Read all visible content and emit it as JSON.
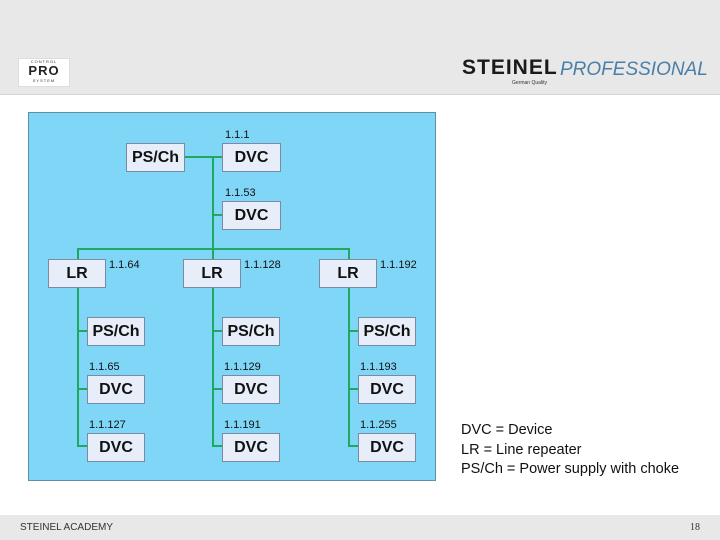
{
  "header": {
    "left_logo": {
      "top": "CONTROL",
      "main": "PRO",
      "bottom": "SYSTEM"
    },
    "brand": "STEINEL",
    "brand_suffix": "PROFESSIONAL",
    "tagline": "German Quality"
  },
  "diagram": {
    "top": {
      "pswitch": "PS/Ch",
      "device1": {
        "label": "DVC",
        "address": "1.1.1"
      },
      "device2": {
        "label": "DVC",
        "address": "1.1.53"
      }
    },
    "lines": [
      {
        "repeater": {
          "label": "LR",
          "address": "1.1.64"
        },
        "supply": "PS/Ch",
        "first": {
          "label": "DVC",
          "address": "1.1.65"
        },
        "last": {
          "label": "DVC",
          "address": "1.1.127"
        }
      },
      {
        "repeater": {
          "label": "LR",
          "address": "1.1.128"
        },
        "supply": "PS/Ch",
        "first": {
          "label": "DVC",
          "address": "1.1.129"
        },
        "last": {
          "label": "DVC",
          "address": "1.1.191"
        }
      },
      {
        "repeater": {
          "label": "LR",
          "address": "1.1.192"
        },
        "supply": "PS/Ch",
        "first": {
          "label": "DVC",
          "address": "1.1.193"
        },
        "last": {
          "label": "DVC",
          "address": "1.1.255"
        }
      }
    ],
    "colors": {
      "background": "#7fd6f6",
      "line": "#1fa860",
      "node": "#e7eef9"
    }
  },
  "legend": [
    "DVC = Device",
    "LR = Line repeater",
    "PS/Ch = Power supply with choke"
  ],
  "footer": {
    "label": "STEINEL ACADEMY",
    "page": "18"
  }
}
